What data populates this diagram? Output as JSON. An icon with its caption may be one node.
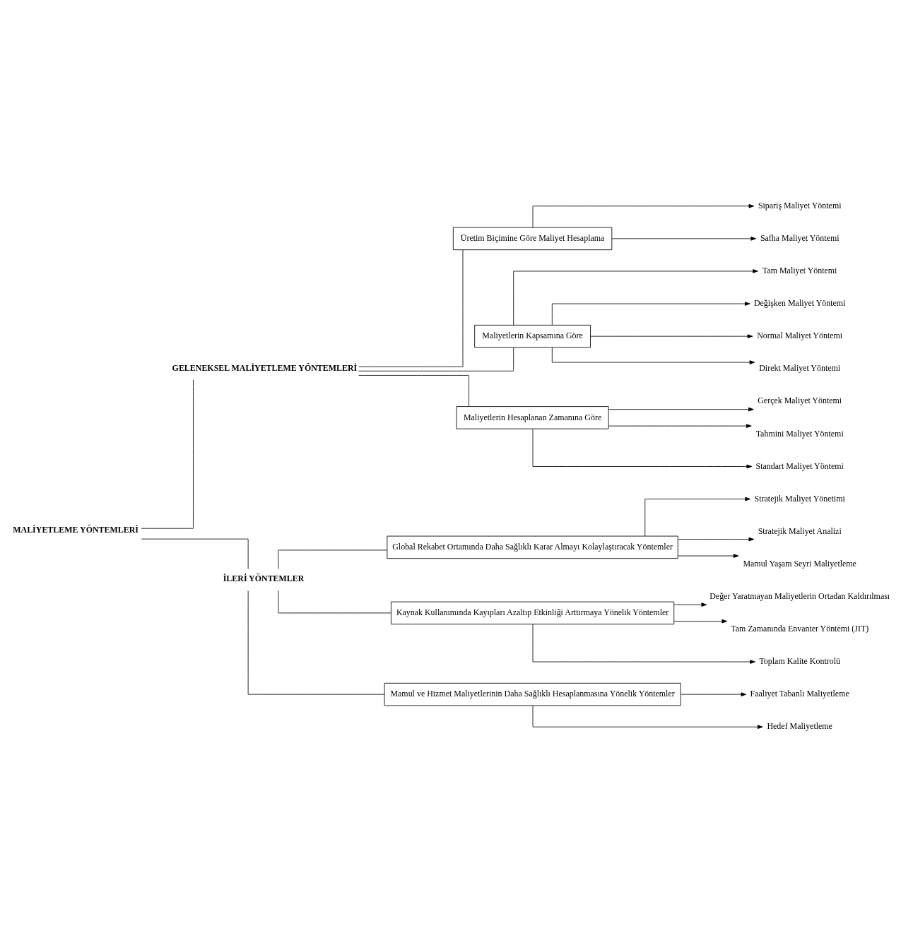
{
  "diagram": {
    "nodes": [
      {
        "text": [
          "MALİYETLEME YÖNTEMLERİ"
        ]
      },
      {
        "text": [
          "GELENEKSEL MALİYETLEME YÖNTEMLERİ"
        ]
      },
      {
        "text": [
          "İLERİ YÖNTEMLER"
        ]
      },
      {
        "text": [
          "Üretim Biçimine Göre Maliyet Hesaplama"
        ]
      },
      {
        "text": [
          "Sipariş Maliyet Yöntemi"
        ]
      },
      {
        "text": [
          "Safha Maliyet Yöntemi"
        ]
      },
      {
        "text": [
          "Maliyetlerin Kapsamına Göre"
        ]
      },
      {
        "text": [
          "Tam Maliyet Yöntemi"
        ]
      },
      {
        "text": [
          "Değişken Maliyet Yöntemi"
        ]
      },
      {
        "text": [
          "Normal Maliyet Yöntemi"
        ]
      },
      {
        "text": [
          "Direkt Maliyet Yöntemi"
        ]
      },
      {
        "text": [
          "Maliyetlerin Hesaplanan Zamanına Göre"
        ]
      },
      {
        "text": [
          "Gerçek Maliyet Yöntemi"
        ]
      },
      {
        "text": [
          "Tahmini Maliyet Yöntemi"
        ]
      },
      {
        "text": [
          "Standart Maliyet Yöntemi"
        ]
      },
      {
        "text": [
          "Global Rekabet Ortamında Daha Sağlıklı Karar Almayı Kolaylaştıracak Yöntemler"
        ]
      },
      {
        "text": [
          "Stratejik Maliyet Yönetimi"
        ]
      },
      {
        "text": [
          "Stratejik Maliyet Analizi"
        ]
      },
      {
        "text": [
          "Mamul Yaşam Seyri Maliyetleme"
        ]
      },
      {
        "text": [
          "Kaynak Kullanımında Kayıpları Azaltıp Etkinliği Arttırmaya Yönelik Yöntemler"
        ]
      },
      {
        "text": [
          "Değer Yaratmayan Maliyetlerin Ortadan Kaldırılması"
        ]
      },
      {
        "text": [
          "Tam Zamanında Envanter Yöntemi (JIT)"
        ]
      },
      {
        "text": [
          "Toplam Kalite Kontrolü"
        ]
      },
      {
        "text": [
          "Mamul ve Hizmet Maliyetlerinin Daha Sağlıklı Hesaplanmasına Yönelik Yöntemler"
        ]
      },
      {
        "text": [
          "Faaliyet Tabanlı Maliyetleme"
        ]
      },
      {
        "text": [
          "Hedef Maliyetleme"
        ]
      }
    ],
    "edges": [
      {
        "from": 0,
        "to": 1,
        "arrow": "none"
      },
      {
        "from": 0,
        "to": 2,
        "arrow": "none"
      },
      {
        "from": 1,
        "to": 3,
        "arrow": "none"
      },
      {
        "from": 1,
        "to": 6,
        "arrow": "none"
      },
      {
        "from": 1,
        "to": 11,
        "arrow": "none"
      },
      {
        "from": 3,
        "to": 4,
        "arrow": "to"
      },
      {
        "from": 3,
        "to": 5,
        "arrow": "to"
      },
      {
        "from": 6,
        "to": 7,
        "arrow": "to"
      },
      {
        "from": 6,
        "to": 8,
        "arrow": "to"
      },
      {
        "from": 6,
        "to": 9,
        "arrow": "to"
      },
      {
        "from": 6,
        "to": 10,
        "arrow": "to"
      },
      {
        "from": 11,
        "to": 12,
        "arrow": "to"
      },
      {
        "from": 11,
        "to": 13,
        "arrow": "to"
      },
      {
        "from": 11,
        "to": 14,
        "arrow": "to"
      },
      {
        "from": 2,
        "to": 15,
        "arrow": "none"
      },
      {
        "from": 2,
        "to": 19,
        "arrow": "none"
      },
      {
        "from": 2,
        "to": 23,
        "arrow": "none"
      },
      {
        "from": 15,
        "to": 16,
        "arrow": "to"
      },
      {
        "from": 15,
        "to": 17,
        "arrow": "to"
      },
      {
        "from": 15,
        "to": 18,
        "arrow": "to"
      },
      {
        "from": 19,
        "to": 20,
        "arrow": "to"
      },
      {
        "from": 19,
        "to": 21,
        "arrow": "to"
      },
      {
        "from": 19,
        "to": 22,
        "arrow": "to"
      },
      {
        "from": 23,
        "to": 24,
        "arrow": "to"
      },
      {
        "from": 23,
        "to": 25,
        "arrow": "to"
      }
    ]
  }
}
